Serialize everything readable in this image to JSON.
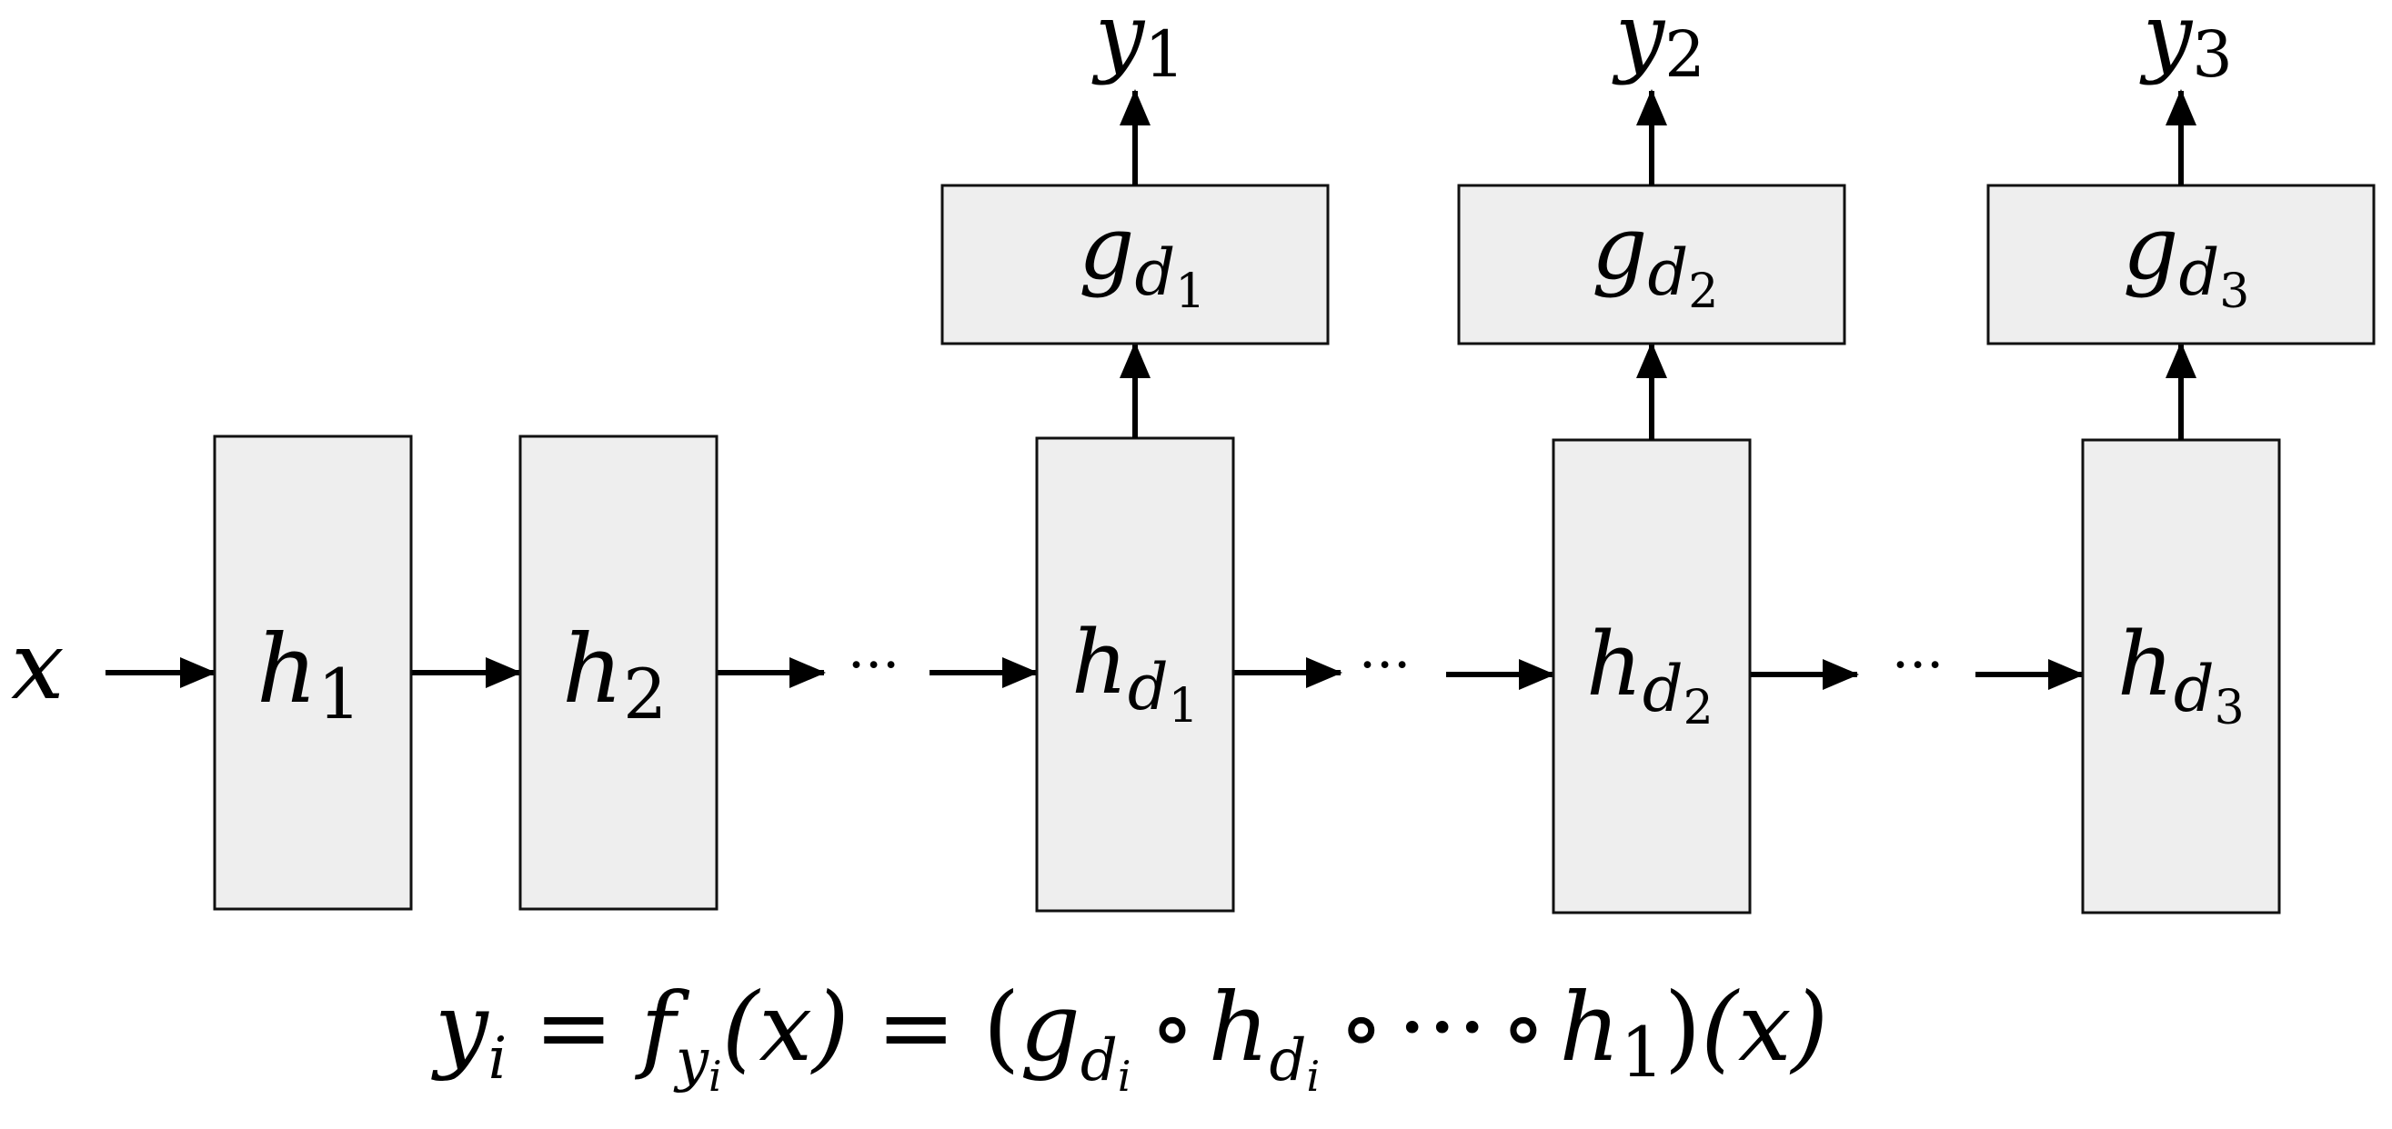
{
  "input": {
    "base": "x"
  },
  "outputs": [
    {
      "base": "y",
      "sub": "1"
    },
    {
      "base": "y",
      "sub": "2"
    },
    {
      "base": "y",
      "sub": "3"
    }
  ],
  "heads": [
    {
      "base": "g",
      "sub": "d",
      "subsub": "1"
    },
    {
      "base": "g",
      "sub": "d",
      "subsub": "2"
    },
    {
      "base": "g",
      "sub": "d",
      "subsub": "3"
    }
  ],
  "layers": [
    {
      "base": "h",
      "sub": "1"
    },
    {
      "base": "h",
      "sub": "2"
    },
    {
      "base": "h",
      "sub": "d",
      "subsub": "1"
    },
    {
      "base": "h",
      "sub": "d",
      "subsub": "2"
    },
    {
      "base": "h",
      "sub": "d",
      "subsub": "3"
    }
  ],
  "ellipsis": "···",
  "formula": {
    "lhs": "y",
    "lhs_sub": "i",
    "eq": "=",
    "f": "f",
    "f_sub": "y",
    "f_subsub": "i",
    "arg": "(x)",
    "eq2": "=",
    "open": "(",
    "g": "g",
    "g_sub": "d",
    "g_subsub": "i",
    "circ1": "∘",
    "h": "h",
    "h_sub": "d",
    "h_subsub": "i",
    "circ2": "∘",
    "cdots": "···",
    "circ3": "∘",
    "h1": "h",
    "h1_sub": "1",
    "close": ")",
    "arg2": "(x)"
  }
}
